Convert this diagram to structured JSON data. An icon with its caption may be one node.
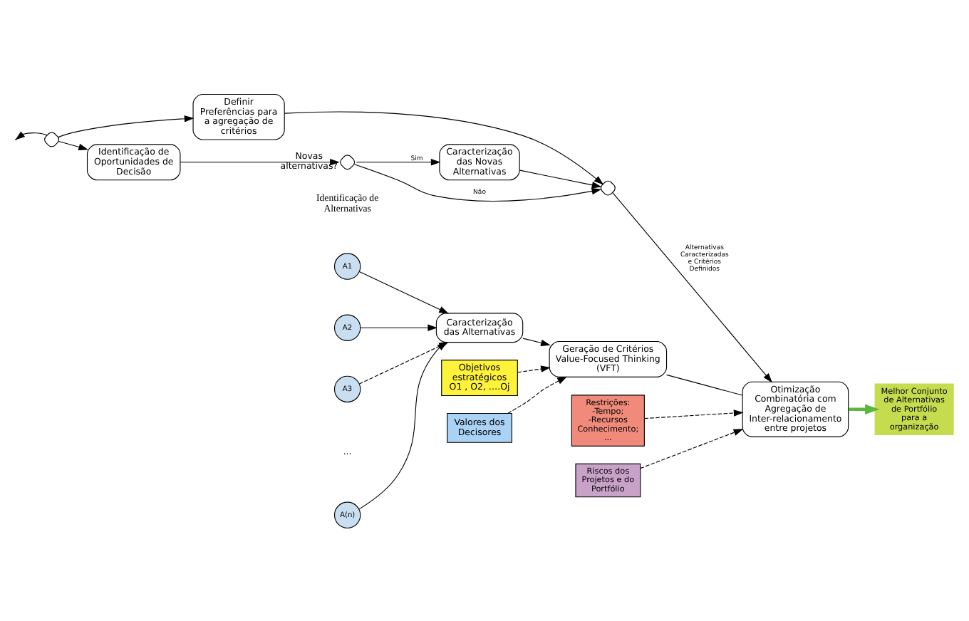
{
  "diagram": {
    "nodes": [
      {
        "text": [
          "A1"
        ]
      },
      {
        "text": [
          "A2"
        ]
      },
      {
        "text": [
          "A3"
        ]
      },
      {
        "text": [
          "A(n)"
        ]
      },
      {
        "text": [
          "Caracterização das Alternativas"
        ]
      },
      {
        "text": [
          "Objetivos estratégicos O1 , O2, ….Oj"
        ]
      },
      {
        "text": [
          "Valores dos Decisores"
        ]
      },
      {
        "text": [
          "Geração de Critérios Value-Focused Thinking (VFT)"
        ]
      },
      {
        "text": [],
        "shape": "diamond"
      },
      {
        "text": [
          "Definir Preferências para a agregação de critérios"
        ]
      },
      {
        "text": [],
        "shape": "diamond"
      },
      {
        "text": [
          "Otimização Combinatória com Agregação de Inter-relacionamento entre projetos"
        ]
      },
      {
        "text": [
          "Melhor Conjunto de Alternativas de Portfólio para a organização"
        ]
      },
      {
        "text": [
          "Identificação de Oportunidades de Decisão"
        ]
      },
      {
        "text": [],
        "shape": "diamond",
        "beside": [
          "Novas alternativas?"
        ]
      },
      {
        "text": [
          "Caracterização das Novas Alternativas"
        ]
      },
      {
        "text": [
          "Restrições: -Tempo; -Recursos Conhecimento; ..."
        ]
      },
      {
        "text": [
          "Riscos dos Projetos e do Portfólio"
        ]
      }
    ],
    "edges": [
      {
        "from": 0,
        "to": 4,
        "arrow": "to"
      },
      {
        "from": 1,
        "to": 4,
        "arrow": "to"
      },
      {
        "from": 2,
        "to": 4,
        "arrow": "to",
        "style": "dashed"
      },
      {
        "from": 3,
        "to": 4,
        "arrow": "to"
      },
      {
        "from": 4,
        "to": 7,
        "arrow": "to"
      },
      {
        "from": 5,
        "to": 7,
        "arrow": "to",
        "style": "dashed"
      },
      {
        "from": 6,
        "to": 7,
        "arrow": "to",
        "style": "dashed"
      },
      {
        "from": 7,
        "to": 11,
        "arrow": "none"
      },
      {
        "from": 8,
        "to": null,
        "arrow": "to"
      },
      {
        "from": 8,
        "to": 9,
        "arrow": "to"
      },
      {
        "from": 8,
        "to": 13,
        "arrow": "to"
      },
      {
        "from": 9,
        "to": 10,
        "arrow": "to"
      },
      {
        "from": 10,
        "to": 11,
        "arrow": "to",
        "label": "Alternativas Caracterizadas e Critérios Definidos"
      },
      {
        "from": 13,
        "to": 14,
        "arrow": "to"
      },
      {
        "from": 14,
        "to": 15,
        "arrow": "to",
        "label": "Sim"
      },
      {
        "from": 14,
        "to": 10,
        "arrow": "to",
        "label": "Não"
      },
      {
        "from": 15,
        "to": 10,
        "arrow": "to"
      },
      {
        "from": 11,
        "to": 12,
        "arrow": "to",
        "style": "thick",
        "color": "#5cb83c"
      },
      {
        "from": 16,
        "to": 11,
        "arrow": "to",
        "style": "dashed"
      },
      {
        "from": 17,
        "to": 11,
        "arrow": "to",
        "style": "dashed"
      }
    ],
    "labels": [
      "Identificação de Alternativas",
      "..."
    ]
  }
}
